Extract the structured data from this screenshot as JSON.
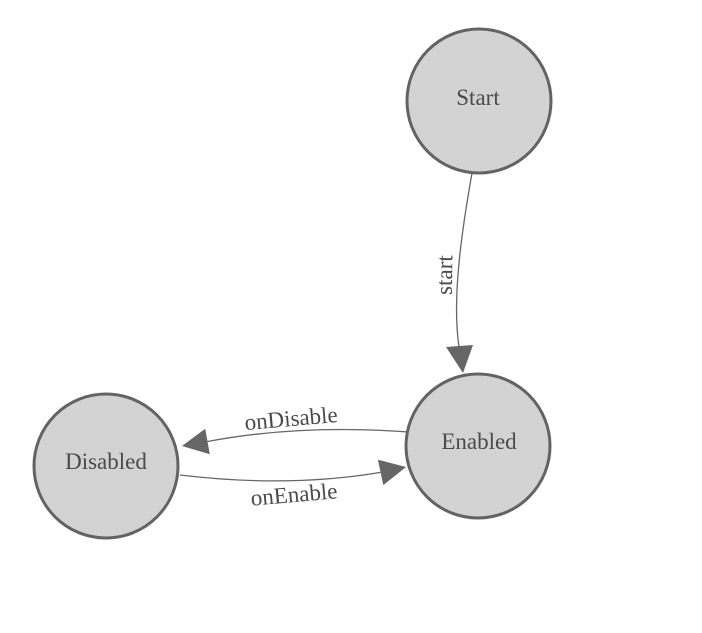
{
  "colors": {
    "background": "#ffffff",
    "node_fill": "#d3d3d3",
    "node_stroke": "#636363",
    "edge_stroke": "#666666",
    "arrow_fill": "#666666",
    "label_text": "#4a4a4a"
  },
  "diagram": {
    "nodes": [
      {
        "id": "start",
        "label": "Start"
      },
      {
        "id": "enabled",
        "label": "Enabled"
      },
      {
        "id": "disabled",
        "label": "Disabled"
      }
    ],
    "edges": [
      {
        "from": "start",
        "to": "enabled",
        "label": "start"
      },
      {
        "from": "enabled",
        "to": "disabled",
        "label": "onDisable"
      },
      {
        "from": "disabled",
        "to": "enabled",
        "label": "onEnable"
      }
    ]
  }
}
